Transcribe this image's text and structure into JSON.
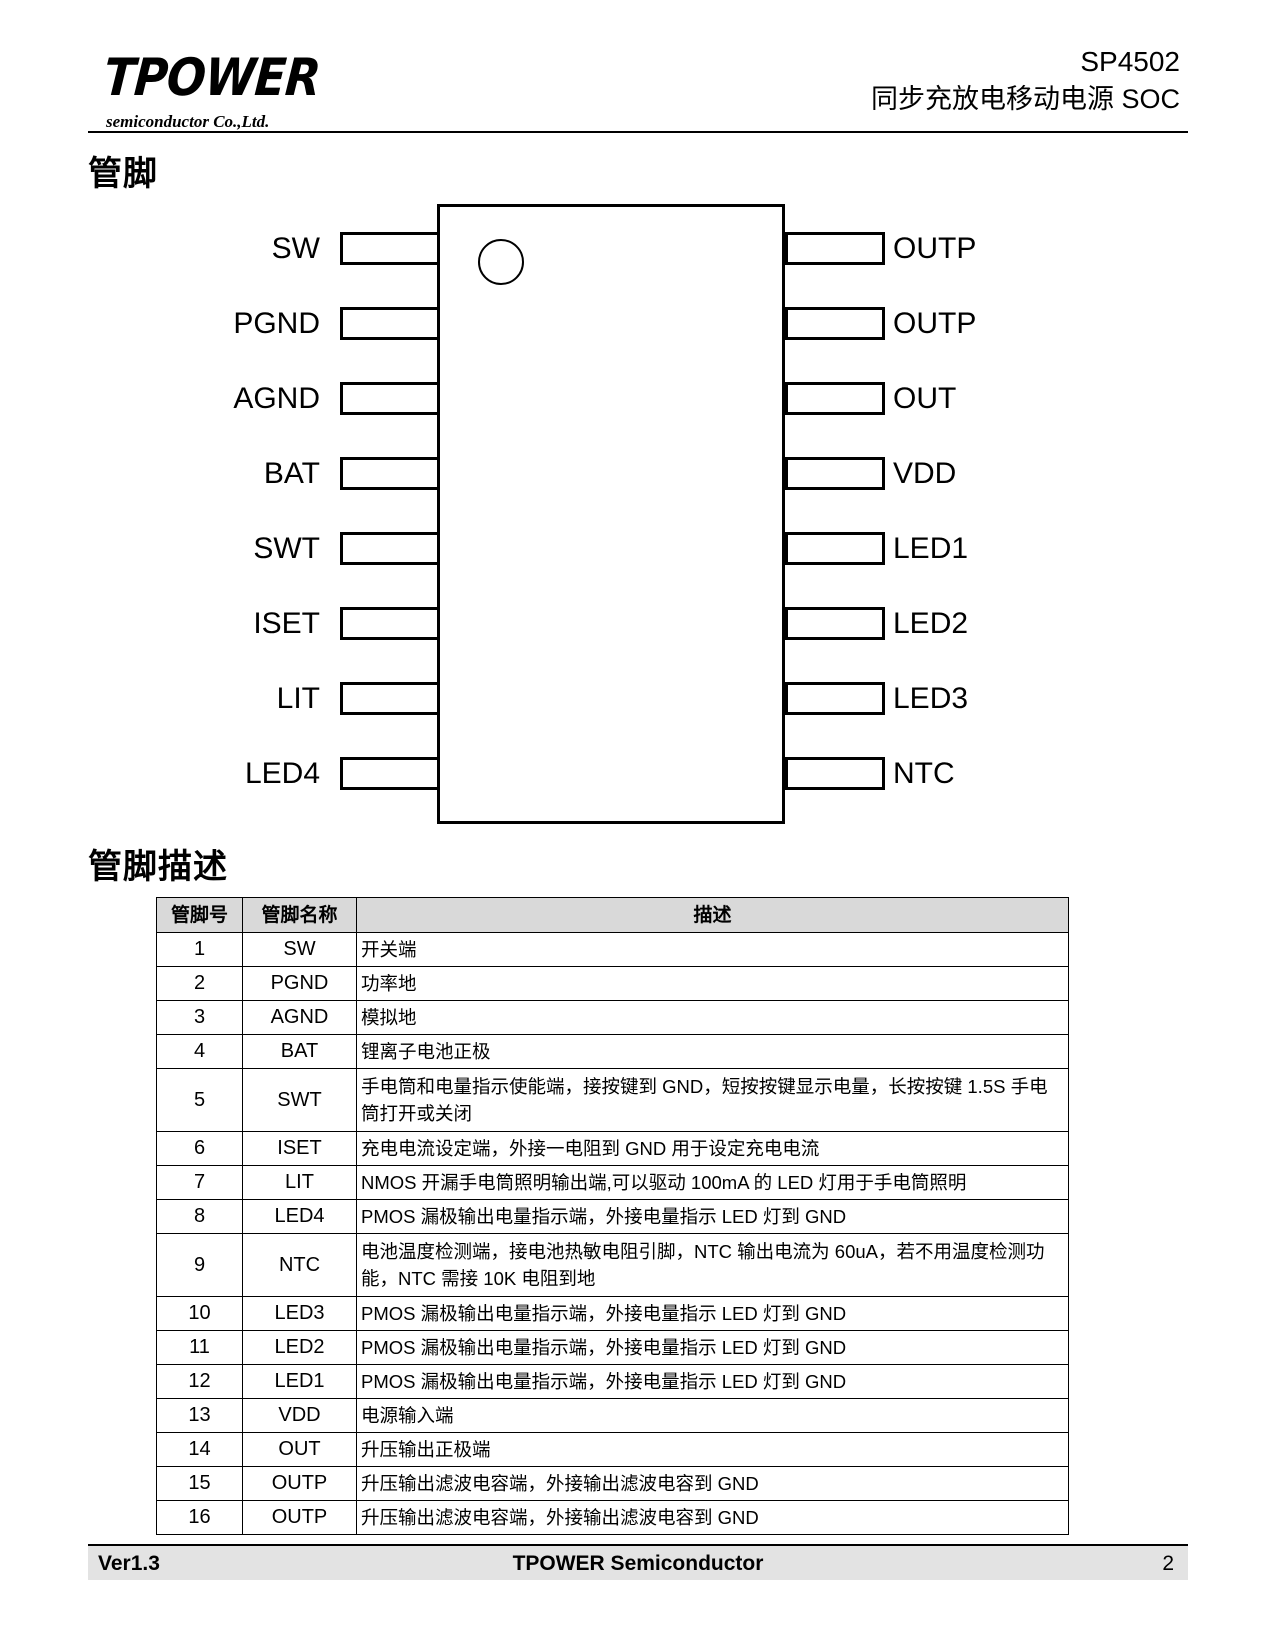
{
  "header": {
    "logo_word": "TPOWER",
    "logo_sub": "semiconductor Co.,Ltd.",
    "part_number": "SP4502",
    "part_description": "同步充放电移动电源 SOC"
  },
  "sections": {
    "pinout_heading": "管脚",
    "pin_description_heading": "管脚描述"
  },
  "pin_diagram": {
    "left_pins": [
      {
        "label": "SW"
      },
      {
        "label": "PGND"
      },
      {
        "label": "AGND"
      },
      {
        "label": "BAT"
      },
      {
        "label": "SWT"
      },
      {
        "label": "ISET"
      },
      {
        "label": "LIT"
      },
      {
        "label": "LED4"
      }
    ],
    "right_pins": [
      {
        "label": "OUTP"
      },
      {
        "label": "OUTP"
      },
      {
        "label": "OUT"
      },
      {
        "label": "VDD"
      },
      {
        "label": "LED1"
      },
      {
        "label": "LED2"
      },
      {
        "label": "LED3"
      },
      {
        "label": "NTC"
      }
    ]
  },
  "table": {
    "columns": [
      "管脚号",
      "管脚名称",
      "描述"
    ],
    "rows": [
      {
        "num": "1",
        "name": "SW",
        "desc": "开关端"
      },
      {
        "num": "2",
        "name": "PGND",
        "desc": "功率地"
      },
      {
        "num": "3",
        "name": "AGND",
        "desc": "模拟地"
      },
      {
        "num": "4",
        "name": "BAT",
        "desc": "锂离子电池正极"
      },
      {
        "num": "5",
        "name": "SWT",
        "desc": "手电筒和电量指示使能端，接按键到 GND，短按按键显示电量，长按按键 1.5S 手电筒打开或关闭"
      },
      {
        "num": "6",
        "name": "ISET",
        "desc": "充电电流设定端，外接一电阻到 GND 用于设定充电电流"
      },
      {
        "num": "7",
        "name": "LIT",
        "desc": "NMOS 开漏手电筒照明输出端,可以驱动 100mA 的 LED 灯用于手电筒照明"
      },
      {
        "num": "8",
        "name": "LED4",
        "desc": "PMOS 漏极输出电量指示端，外接电量指示 LED 灯到 GND"
      },
      {
        "num": "9",
        "name": "NTC",
        "desc": "电池温度检测端，接电池热敏电阻引脚，NTC 输出电流为 60uA，若不用温度检测功能，NTC 需接 10K 电阻到地"
      },
      {
        "num": "10",
        "name": "LED3",
        "desc": "PMOS 漏极输出电量指示端，外接电量指示 LED 灯到 GND"
      },
      {
        "num": "11",
        "name": "LED2",
        "desc": "PMOS 漏极输出电量指示端，外接电量指示 LED 灯到 GND"
      },
      {
        "num": "12",
        "name": "LED1",
        "desc": "PMOS 漏极输出电量指示端，外接电量指示 LED 灯到 GND"
      },
      {
        "num": "13",
        "name": "VDD",
        "desc": "电源输入端"
      },
      {
        "num": "14",
        "name": "OUT",
        "desc": "升压输出正极端"
      },
      {
        "num": "15",
        "name": "OUTP",
        "desc": "升压输出滤波电容端，外接输出滤波电容到 GND"
      },
      {
        "num": "16",
        "name": "OUTP",
        "desc": "升压输出滤波电容端，外接输出滤波电容到 GND"
      }
    ]
  },
  "footer": {
    "version": "Ver1.3",
    "company": "TPOWER Semiconductor",
    "page_number": "2"
  },
  "colors": {
    "header_fill": "#d9d9d9",
    "footer_fill": "#e3e3e3",
    "line": "#000000"
  }
}
